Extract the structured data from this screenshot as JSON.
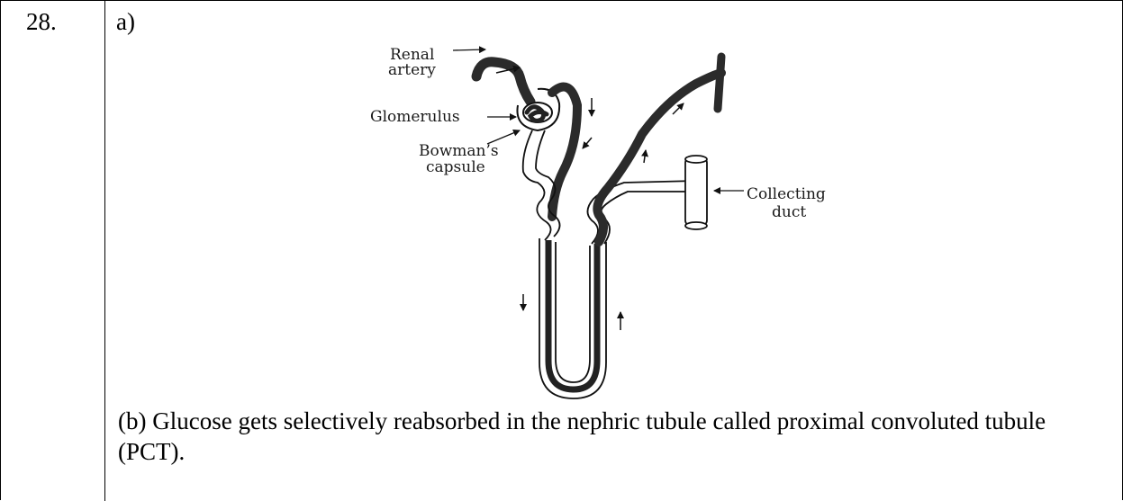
{
  "question": {
    "number": "28.",
    "part_a_label": "a)",
    "part_b_text": "(b) Glucose gets selectively reabsorbed in the nephric tubule called proximal convoluted tubule (PCT)."
  },
  "diagram": {
    "labels": {
      "renal_artery_line1": "Renal",
      "renal_artery_line2": "artery",
      "glomerulus": "Glomerulus",
      "bowmans_line1": "Bowman’s",
      "bowmans_line2": "capsule",
      "collecting_line1": "Collecting",
      "collecting_line2": "duct"
    }
  }
}
